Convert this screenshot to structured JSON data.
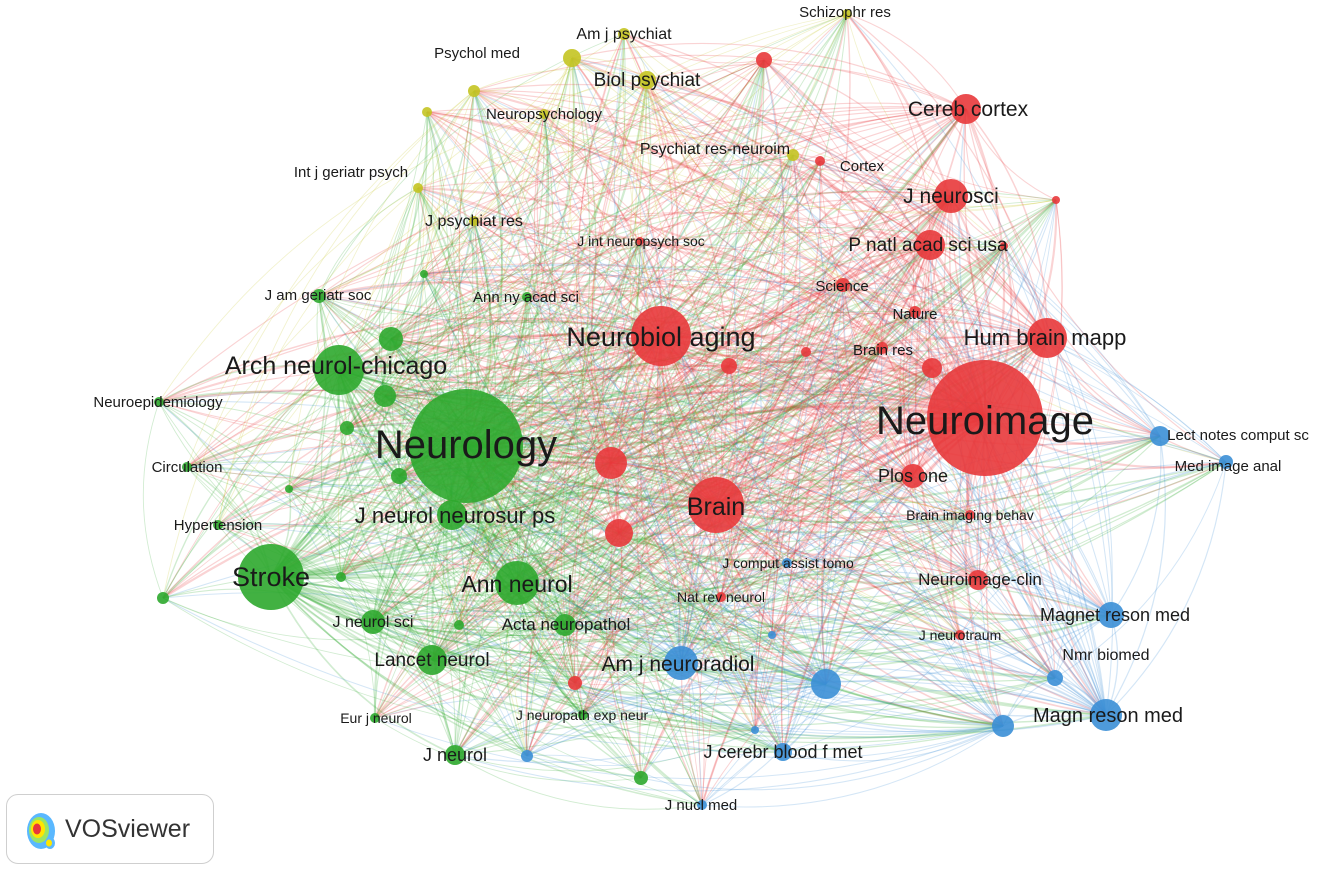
{
  "brand": {
    "name": "VOSviewer"
  },
  "clusters": {
    "red": "#e8383b",
    "green": "#2ea82e",
    "blue": "#3b8fd6",
    "yellow": "#c4c422"
  },
  "nodes": [
    {
      "id": "neuroimage",
      "label": "Neuroimage",
      "cluster": "red"
    },
    {
      "id": "neurology",
      "label": "Neurology",
      "cluster": "green"
    },
    {
      "id": "neurobiol-aging",
      "label": "Neurobiol aging",
      "cluster": "red"
    },
    {
      "id": "brain",
      "label": "Brain",
      "cluster": "red"
    },
    {
      "id": "stroke",
      "label": "Stroke",
      "cluster": "green"
    },
    {
      "id": "arch-neurol",
      "label": "Arch neurol-chicago",
      "cluster": "green"
    },
    {
      "id": "ann-neurol",
      "label": "Ann neurol",
      "cluster": "green"
    },
    {
      "id": "hum-brain-mapp",
      "label": "Hum brain mapp",
      "cluster": "red"
    },
    {
      "id": "cereb-cortex",
      "label": "Cereb cortex",
      "cluster": "red"
    },
    {
      "id": "j-neurosci",
      "label": "J neurosci",
      "cluster": "red"
    },
    {
      "id": "pnas",
      "label": "P natl acad sci usa",
      "cluster": "red"
    },
    {
      "id": "jnnp",
      "label": "J neurol neurosur ps",
      "cluster": "green"
    },
    {
      "id": "am-j-neuroradiol",
      "label": "Am j neuroradiol",
      "cluster": "blue"
    },
    {
      "id": "magn-reson-med-1",
      "label": "Magn reson med",
      "cluster": "blue"
    },
    {
      "id": "magnet-reson-med",
      "label": "Magnet reson med",
      "cluster": "blue"
    },
    {
      "id": "lancet-neurol",
      "label": "Lancet neurol",
      "cluster": "green"
    },
    {
      "id": "biol-psychiat",
      "label": "Biol psychiat",
      "cluster": "yellow"
    },
    {
      "id": "am-j-psychiat",
      "label": "Am j psychiat",
      "cluster": "yellow"
    },
    {
      "id": "plos-one",
      "label": "Plos one",
      "cluster": "red"
    },
    {
      "id": "j-cerebr-blood",
      "label": "J cerebr blood f met",
      "cluster": "blue"
    },
    {
      "id": "acta-neuropathol",
      "label": "Acta neuropathol",
      "cluster": "green"
    },
    {
      "id": "j-neurol",
      "label": "J neurol",
      "cluster": "green"
    },
    {
      "id": "j-neurol-sci",
      "label": "J neurol sci",
      "cluster": "green"
    },
    {
      "id": "neuroimage-clin",
      "label": "Neuroimage-clin",
      "cluster": "red"
    },
    {
      "id": "nmr-biomed",
      "label": "Nmr biomed",
      "cluster": "blue"
    },
    {
      "id": "lect-notes",
      "label": "Lect notes comput sc",
      "cluster": "blue"
    },
    {
      "id": "med-image-anal",
      "label": "Med image anal",
      "cluster": "blue"
    },
    {
      "id": "science",
      "label": "Science",
      "cluster": "red"
    },
    {
      "id": "nature",
      "label": "Nature",
      "cluster": "red"
    },
    {
      "id": "brain-res",
      "label": "Brain res",
      "cluster": "red"
    },
    {
      "id": "cortex",
      "label": "Cortex",
      "cluster": "red"
    },
    {
      "id": "psychiat-res-neuroim",
      "label": "Psychiat res-neuroim",
      "cluster": "yellow"
    },
    {
      "id": "neuropsychology",
      "label": "Neuropsychology",
      "cluster": "yellow"
    },
    {
      "id": "psychol-med",
      "label": "Psychol med",
      "cluster": "yellow"
    },
    {
      "id": "schizophr-res",
      "label": "Schizophr res",
      "cluster": "yellow"
    },
    {
      "id": "int-j-geriatr",
      "label": "Int j geriatr psych",
      "cluster": "yellow"
    },
    {
      "id": "j-psychiat-res",
      "label": "J psychiat res",
      "cluster": "yellow"
    },
    {
      "id": "j-int-neuropsych",
      "label": "J int neuropsych soc",
      "cluster": "red"
    },
    {
      "id": "j-am-geriatr",
      "label": "J am geriatr soc",
      "cluster": "green"
    },
    {
      "id": "ann-ny-acad",
      "label": "Ann ny acad sci",
      "cluster": "green"
    },
    {
      "id": "neuroepidemiology",
      "label": "Neuroepidemiology",
      "cluster": "green"
    },
    {
      "id": "circulation",
      "label": "Circulation",
      "cluster": "green"
    },
    {
      "id": "hypertension",
      "label": "Hypertension",
      "cluster": "green"
    },
    {
      "id": "brain-imaging-behav",
      "label": "Brain imaging behav",
      "cluster": "red"
    },
    {
      "id": "j-comput-assist",
      "label": "J comput assist tomo",
      "cluster": "blue"
    },
    {
      "id": "nat-rev-neurol",
      "label": "Nat rev neurol",
      "cluster": "red"
    },
    {
      "id": "j-neurotraum",
      "label": "J neurotraum",
      "cluster": "red"
    },
    {
      "id": "eur-j-neurol",
      "label": "Eur j neurol",
      "cluster": "green"
    },
    {
      "id": "j-neuropath",
      "label": "J neuropath exp neur",
      "cluster": "green"
    },
    {
      "id": "j-nucl-med",
      "label": "J nucl med",
      "cluster": "blue"
    }
  ]
}
